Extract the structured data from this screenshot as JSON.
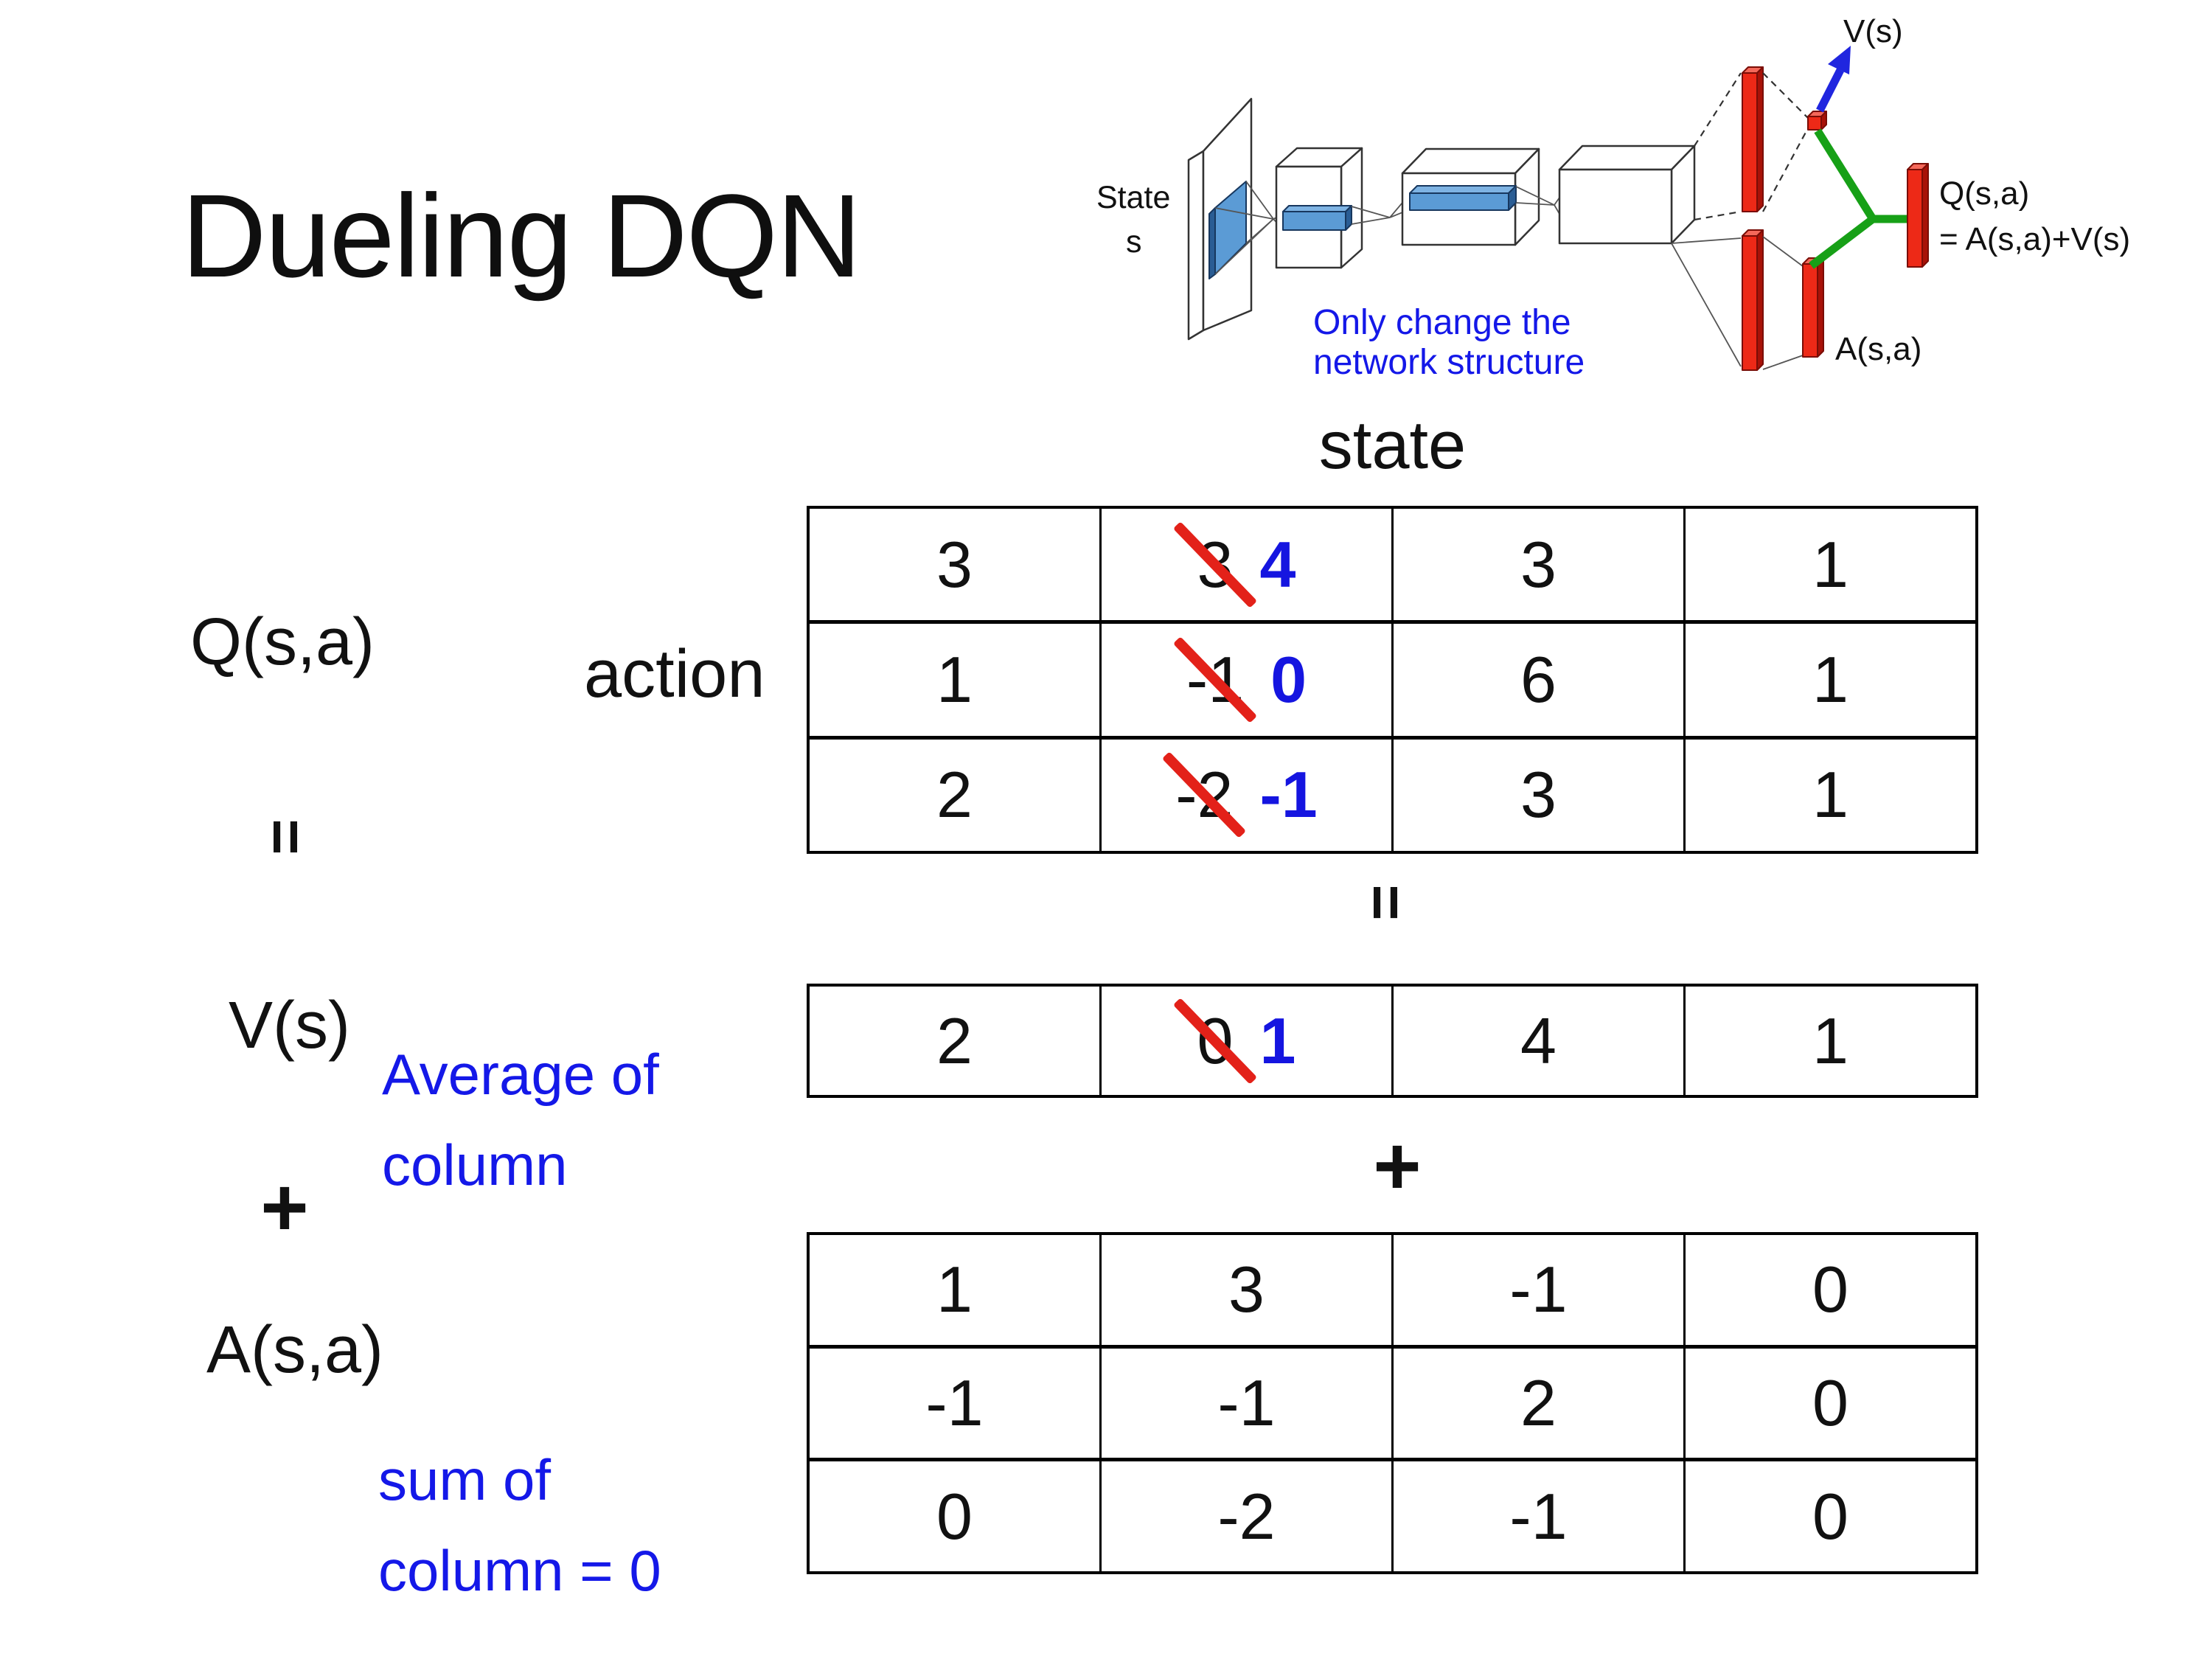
{
  "slide": {
    "title": "Dueling DQN"
  },
  "colors": {
    "accent_blue": "#1515E0",
    "note_blue": "#1418E8",
    "strike_red": "#E32119",
    "bar_red": "#ED2917",
    "merge_green": "#17A017",
    "box_blue": "#5B9BD5"
  },
  "diagram": {
    "state_line1": "State",
    "state_line2": "s",
    "note_line1": "Only change the",
    "note_line2": "network structure",
    "v_out_label": "V(s)",
    "q_out_label": "Q(s,a)",
    "q_out_formula": "= A(s,a)+V(s)",
    "a_out_label": "A(s,a)"
  },
  "equation": {
    "q_label": "Q(s,a)",
    "equals_left": "=",
    "v_label": "V(s)",
    "plus_left": "+",
    "a_label": "A(s,a)",
    "equals_mid": "=",
    "plus_mid": "+",
    "state_header": "state",
    "action_label": "action",
    "avg_note_line1": "Average of",
    "avg_note_line2": "column",
    "sum_note_line1": "sum of",
    "sum_note_line2": "column = 0"
  },
  "q_table": {
    "r1": {
      "c1": "3",
      "c2_old": "3",
      "c2_new": "4",
      "c3": "3",
      "c4": "1"
    },
    "r2": {
      "c1": "1",
      "c2_old": "-1",
      "c2_new": "0",
      "c3": "6",
      "c4": "1"
    },
    "r3": {
      "c1": "2",
      "c2_old": "-2",
      "c2_new": "-1",
      "c3": "3",
      "c4": "1"
    }
  },
  "v_table": {
    "r1": {
      "c1": "2",
      "c2_old": "0",
      "c2_new": "1",
      "c3": "4",
      "c4": "1"
    }
  },
  "a_table": {
    "r1": {
      "c1": "1",
      "c2": "3",
      "c3": "-1",
      "c4": "0"
    },
    "r2": {
      "c1": "-1",
      "c2": "-1",
      "c3": "2",
      "c4": "0"
    },
    "r3": {
      "c1": "0",
      "c2": "-2",
      "c3": "-1",
      "c4": "0"
    }
  }
}
